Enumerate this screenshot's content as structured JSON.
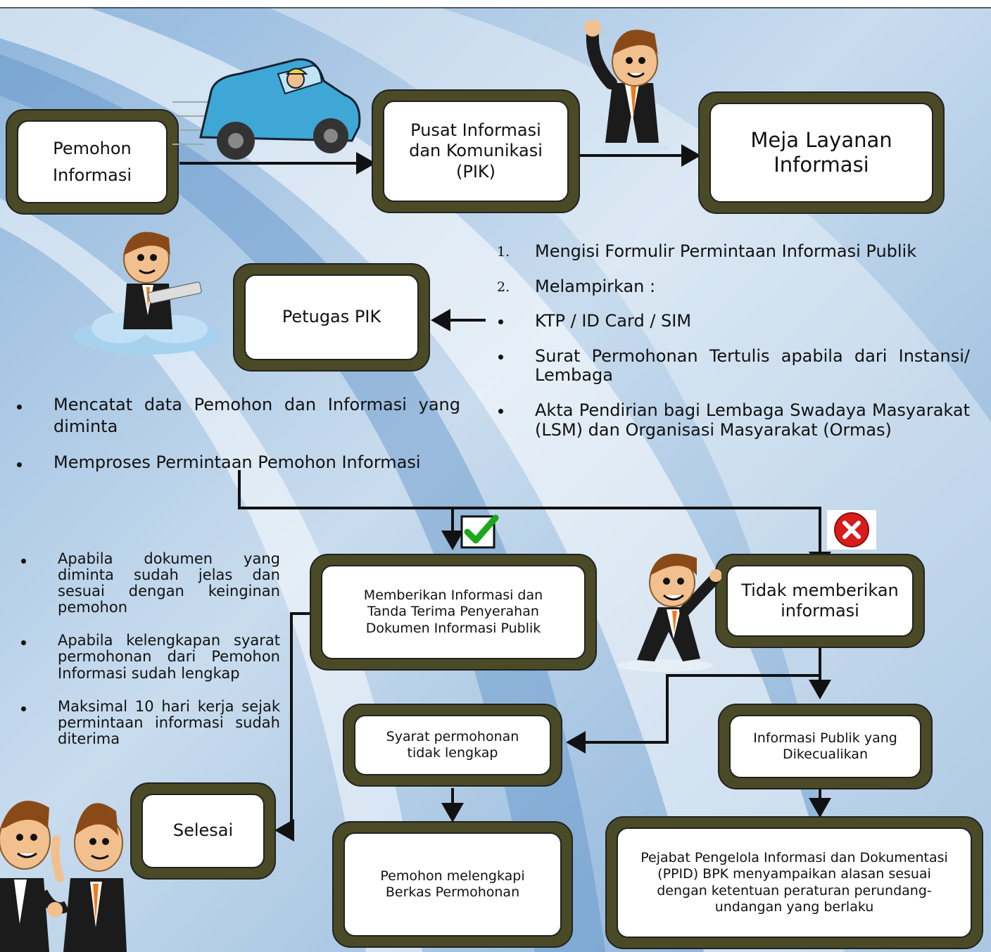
{
  "boxes": {
    "pemohon": "Pemohon\nInformasi",
    "pik": "Pusat Informasi\ndan Komunikasi\n(PIK)",
    "meja": "Meja Layanan\nInformasi",
    "petugas": "Petugas PIK",
    "memberikan": "Memberikan Informasi dan\nTanda Terima Penyerahan\nDokumen Informasi Publik",
    "tidak": "Tidak memberikan\ninformasi",
    "syarat": "Syarat permohonan\ntidak lengkap",
    "dikecualikan": "Informasi Publik yang\nDikecualikan",
    "selesai": "Selesai",
    "melengkapi": "Pemohon melengkapi\nBerkas Permohonan",
    "ppid": "Pejabat Pengelola Informasi dan Dokumentasi\n(PPID) BPK menyampaikan alasan sesuai\ndengan ketentuan peraturan perundang-\nundangan yang berlaku"
  },
  "requirements": [
    {
      "marker": "1.",
      "text": "Mengisi Formulir  Permintaan Informasi Publik"
    },
    {
      "marker": "2.",
      "text": "Melampirkan :"
    },
    {
      "marker": "bullet",
      "text": "KTP / ID Card / SIM"
    },
    {
      "marker": "bullet",
      "text": "Surat Permohonan Tertulis apabila dari Instansi/ Lembaga"
    },
    {
      "marker": "bullet",
      "text": "Akta Pendirian bagi Lembaga Swadaya Masyarakat (LSM) dan Organisasi Masyarakat (Ormas)"
    }
  ],
  "petugas_tasks": [
    "Mencatat data Pemohon dan Informasi yang diminta",
    "Memproses Permintaan Pemohon Informasi"
  ],
  "conditions": [
    "Apabila dokumen yang diminta sudah jelas dan sesuai dengan keinginan pemohon",
    "Apabila kelengkapan syarat permohonan dari Pemohon Informasi sudah lengkap",
    "Maksimal 10 hari kerja sejak permintaan informasi sudah diterima"
  ],
  "icons": {
    "approve": "check-icon",
    "reject": "cross-icon"
  },
  "colors": {
    "box_frame": "#4a4a26",
    "check": "#1aa81a",
    "cross": "#d81c1c",
    "bg_light": "#dde9f5",
    "bg_blue": "#6e9fcd"
  }
}
